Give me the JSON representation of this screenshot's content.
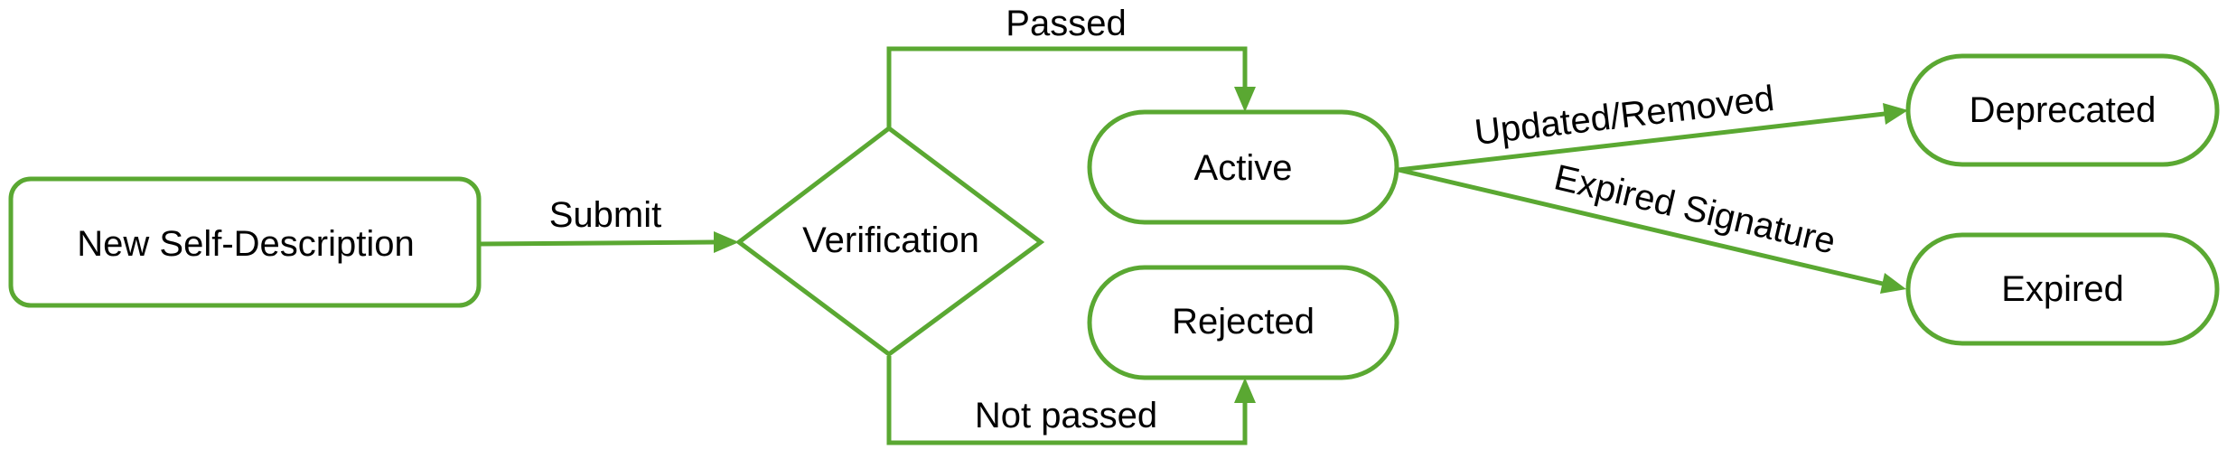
{
  "colors": {
    "stroke": "#5aa832",
    "text": "#000000",
    "background": "#ffffff"
  },
  "nodes": {
    "new_self_description": "New Self-Description",
    "verification": "Verification",
    "active": "Active",
    "rejected": "Rejected",
    "deprecated": "Deprecated",
    "expired": "Expired"
  },
  "edges": {
    "submit": "Submit",
    "passed": "Passed",
    "not_passed": "Not passed",
    "updated_removed": "Updated/Removed",
    "expired_signature": "Expired Signature"
  }
}
